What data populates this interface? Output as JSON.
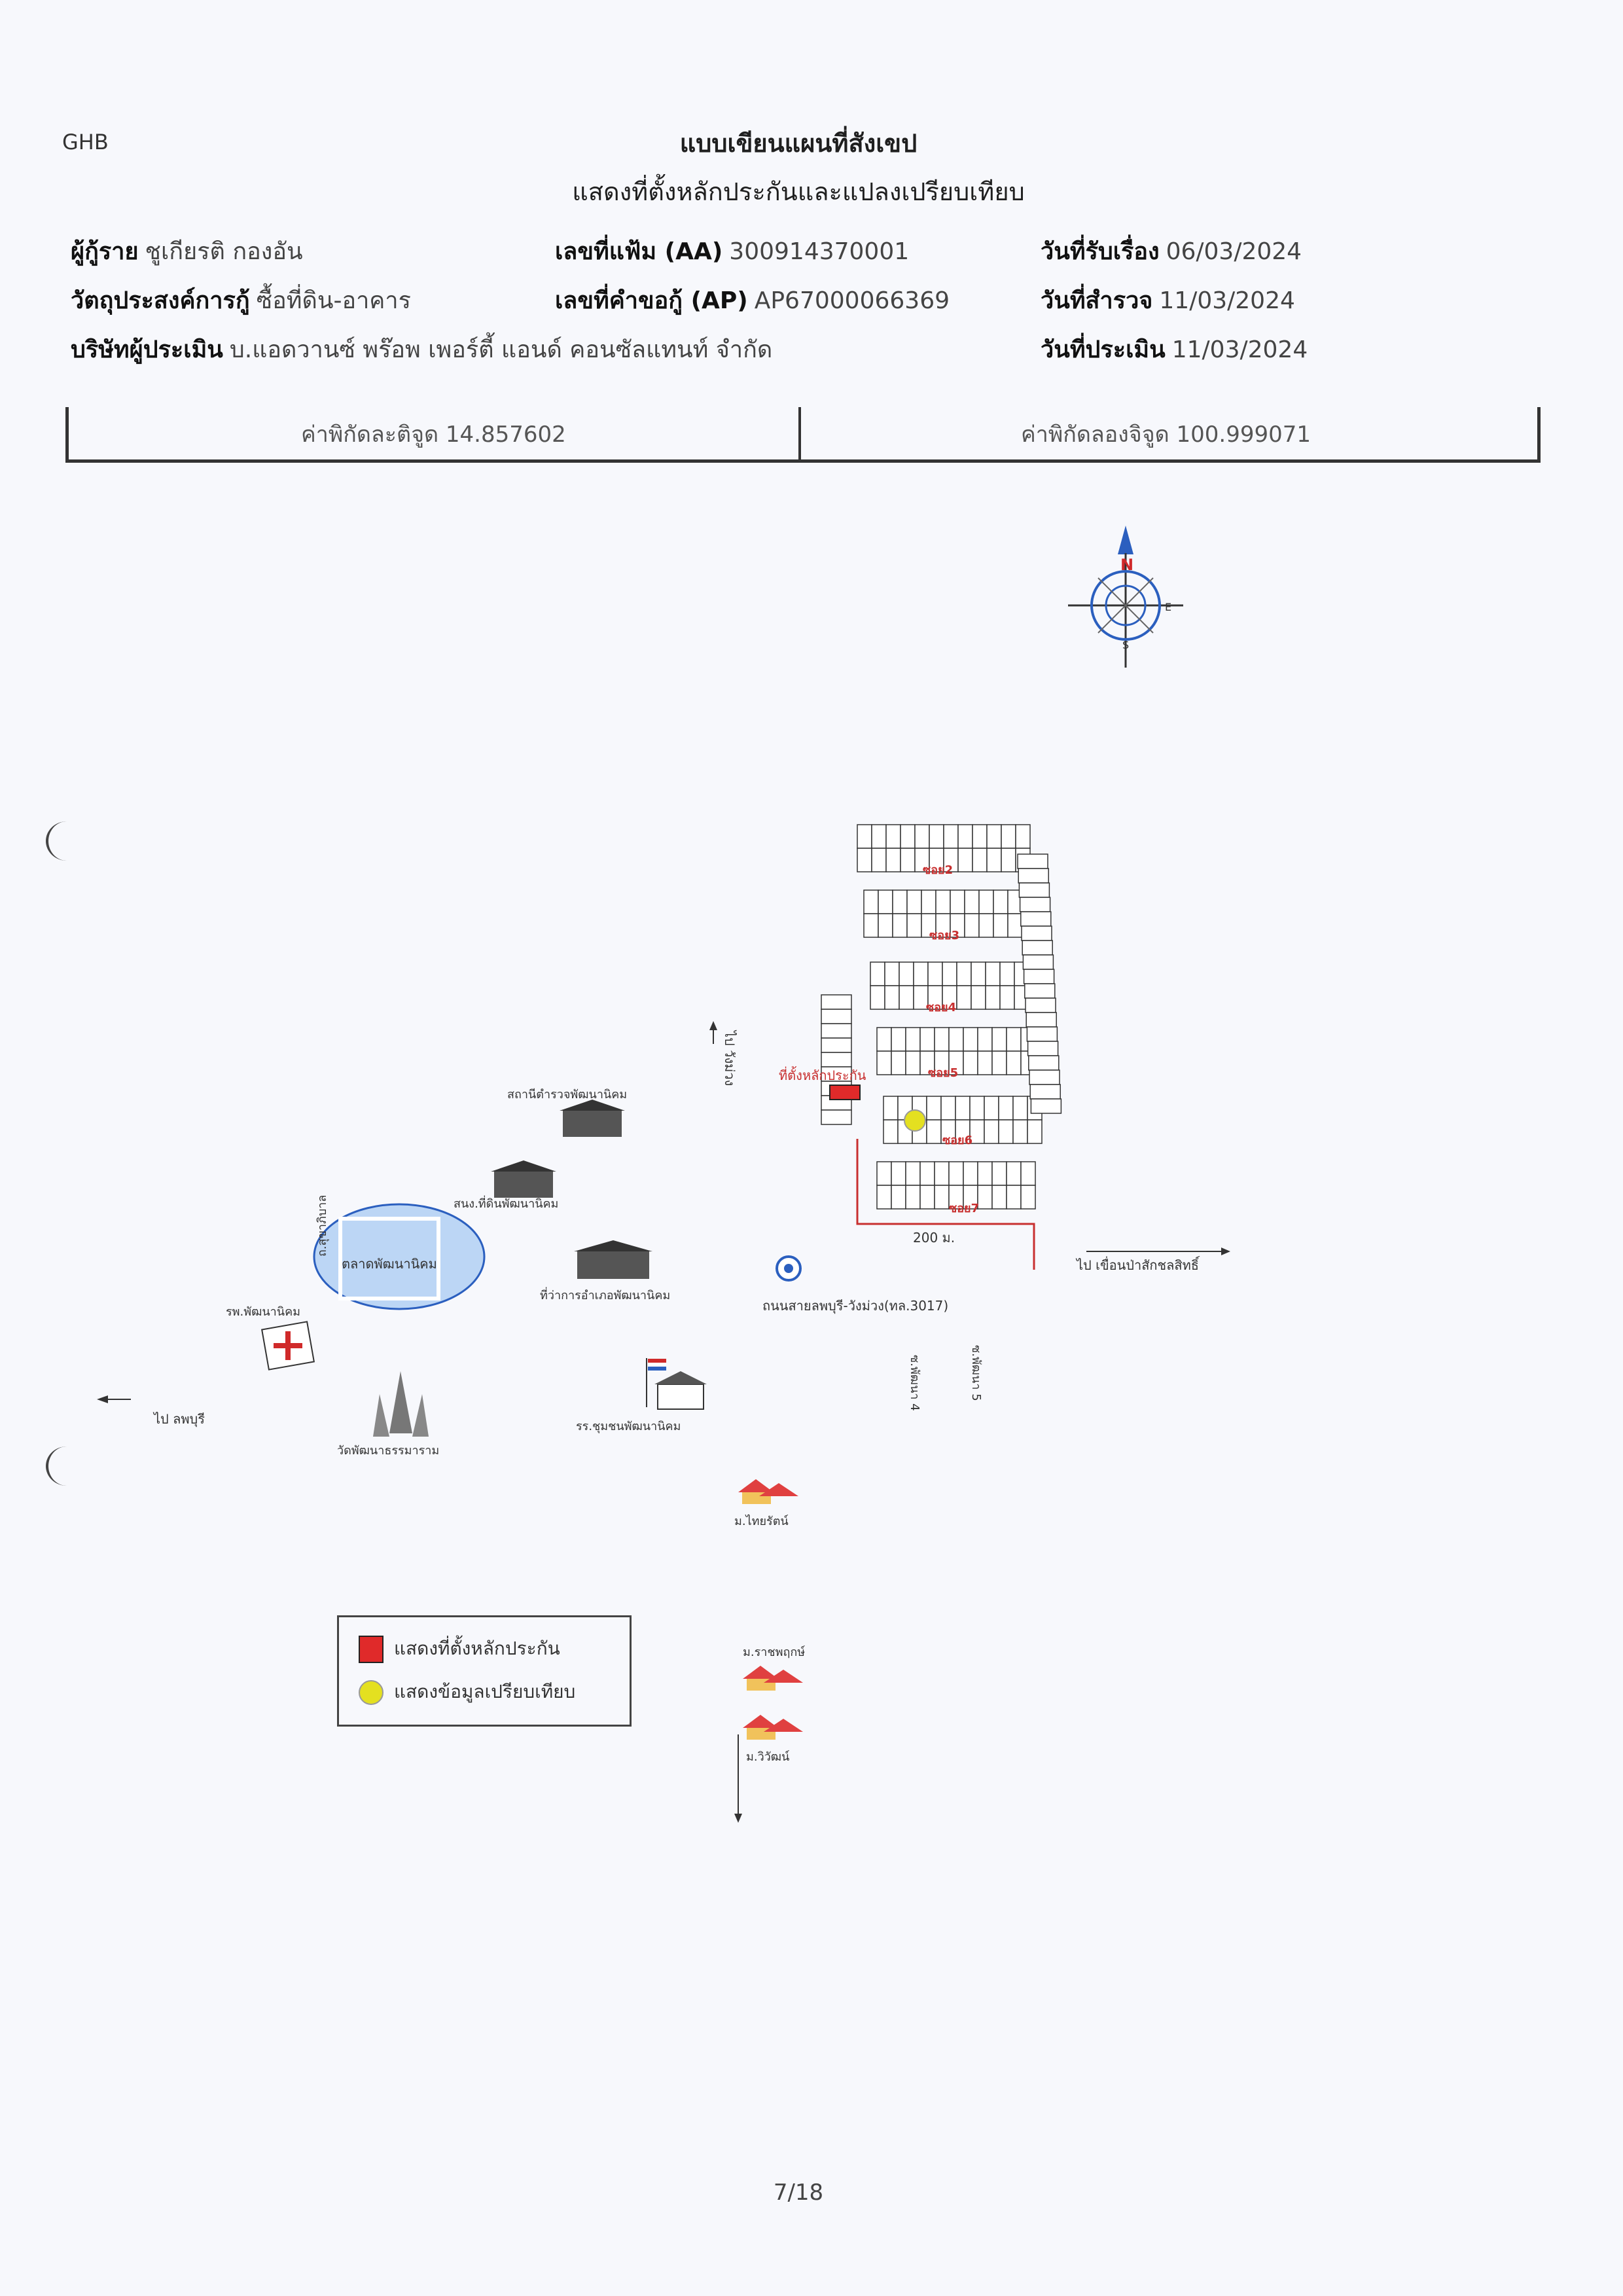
{
  "header": {
    "brand": "GHB",
    "title": "แบบเขียนแผนที่สังเขป",
    "subtitle": "แสดงที่ตั้งหลักประกันและแปลงเปรียบเทียบ"
  },
  "info": {
    "borrower_label": "ผู้กู้ราย",
    "borrower_value": "ชูเกียรติ กองอัน",
    "purpose_label": "วัตถุประสงค์การกู้",
    "purpose_value": "ซื้อที่ดิน-อาคาร",
    "appraiser_label": "บริษัทผู้ประเมิน",
    "appraiser_value": "บ.แอดวานซ์ พร๊อพ เพอร์ตี้ แอนด์ คอนซัลแทนท์ จำกัด",
    "file_no_label": "เลขที่แฟ้ม (AA)",
    "file_no_value": "300914370001",
    "request_no_label": "เลขที่คำขอกู้ (AP)",
    "request_no_value": "AP67000066369",
    "received_label": "วันที่รับเรื่อง",
    "received_value": "06/03/2024",
    "survey_label": "วันที่สำรวจ",
    "survey_value": "11/03/2024",
    "appraisal_label": "วันที่ประเมิน",
    "appraisal_value": "11/03/2024"
  },
  "coords": {
    "lat_text": "ค่าพิกัดละติจูด 14.857602",
    "lon_text": "ค่าพิกัดลองจิจูด 100.999071"
  },
  "compass": {
    "n": "N",
    "e": "E",
    "s": "S"
  },
  "map": {
    "block_labels": [
      "ซอย7",
      "ซอย6",
      "ซอย5",
      "ซอย4",
      "ซอย3",
      "ซอย2"
    ],
    "collateral_label": "ที่ตั้งหลักประกัน",
    "distance_label": "200 ม.",
    "market_label": "ตลาดพัฒนานิคม",
    "landmark_1": "สถานีตำรวจพัฒนานิคม",
    "landmark_2": "สนง.ที่ดินพัฒนานิคม",
    "landmark_3": "ที่ว่าการอำเภอพัฒนานิคม",
    "hospital_label": "รพ.พัฒนานิคม",
    "temple_label": "วัดพัฒนาธรรมาราม",
    "school_label": "รร.ชุมชนพัฒนานิคม",
    "highway_label": "ถนนสายลพบุรี-วังม่วง(ทล.3017)",
    "north_road_label": "ไป วังม่วง",
    "west_road_label": "ไป ลพบุรี",
    "east_road_label": "ไป เขื่อนป่าสักชลสิทธิ์",
    "village_1": "ม.ไทยรัตน์",
    "village_2": "ม.ราชพฤกษ์",
    "village_3": "ม.วิวัฒน์",
    "left_road_label": "ถ.สุขาภิบาล",
    "soi_a_label": "ซ.พัฒนา 4",
    "soi_b_label": "ซ.พัฒนา 5"
  },
  "legend": {
    "collateral": "แสดงที่ตั้งหลักประกัน",
    "comparison": "แสดงข้อมูลเปรียบเทียบ"
  },
  "colors": {
    "collateral": "#e02a2a",
    "comparison": "#e4e020",
    "label_red": "#c83030",
    "market_fill": "#bcd6f5"
  },
  "page": {
    "number": "7/18"
  }
}
